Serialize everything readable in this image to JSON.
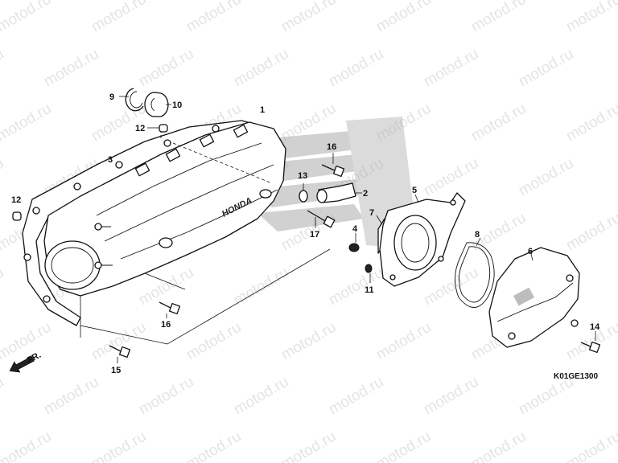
{
  "watermark": {
    "text": "motod.ru",
    "color": "#cfcfcf"
  },
  "callouts": [
    {
      "id": "1",
      "label": "1"
    },
    {
      "id": "2",
      "label": "2"
    },
    {
      "id": "3",
      "label": "3"
    },
    {
      "id": "4",
      "label": "4"
    },
    {
      "id": "5",
      "label": "5"
    },
    {
      "id": "6",
      "label": "6"
    },
    {
      "id": "7",
      "label": "7"
    },
    {
      "id": "8",
      "label": "8"
    },
    {
      "id": "9",
      "label": "9"
    },
    {
      "id": "10",
      "label": "10"
    },
    {
      "id": "11",
      "label": "11"
    },
    {
      "id": "12a",
      "label": "12"
    },
    {
      "id": "12b",
      "label": "12"
    },
    {
      "id": "13",
      "label": "13"
    },
    {
      "id": "14",
      "label": "14"
    },
    {
      "id": "15",
      "label": "15"
    },
    {
      "id": "16a",
      "label": "16"
    },
    {
      "id": "16b",
      "label": "16"
    },
    {
      "id": "17",
      "label": "17"
    }
  ],
  "direction_label": "FR.",
  "cover_brand": "HONDA",
  "diagram_code": "K01GE1300",
  "colors": {
    "line": "#111111",
    "shading": "#bdbdbd"
  }
}
